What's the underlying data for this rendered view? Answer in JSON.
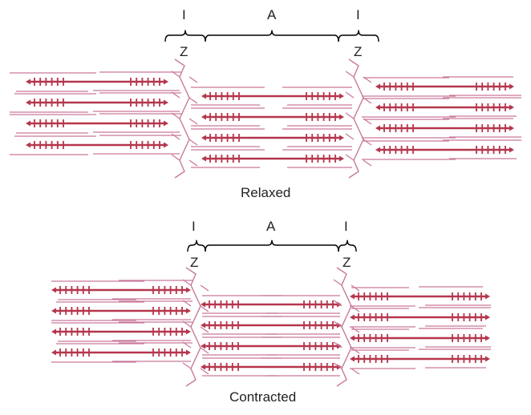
{
  "relaxed": {
    "caption": "Relaxed",
    "labels": {
      "i_left": "I",
      "a": "A",
      "i_right": "I",
      "z_left": "Z",
      "z_right": "Z"
    }
  },
  "contracted": {
    "caption": "Contracted",
    "labels": {
      "i_left": "I",
      "a": "A",
      "i_right": "I",
      "z_left": "Z",
      "z_right": "Z"
    }
  },
  "colors": {
    "thin_filament": "#c9799a",
    "thick_filament": "#b5364c",
    "z_line": "#c9799a",
    "bracket": "#000000",
    "text": "#222222"
  }
}
